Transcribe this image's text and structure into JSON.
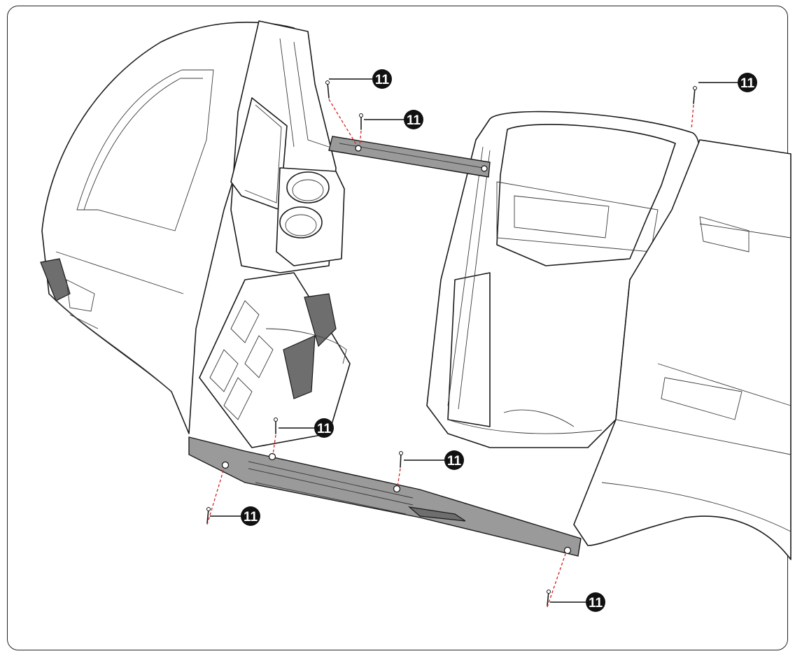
{
  "diagram": {
    "callout_label": "11",
    "callouts": [
      {
        "id": "c1",
        "label": "11"
      },
      {
        "id": "c2",
        "label": "11"
      },
      {
        "id": "c3",
        "label": "11"
      },
      {
        "id": "c4",
        "label": "11"
      },
      {
        "id": "c5",
        "label": "11"
      },
      {
        "id": "c6",
        "label": "11"
      },
      {
        "id": "c7",
        "label": "11"
      }
    ]
  }
}
